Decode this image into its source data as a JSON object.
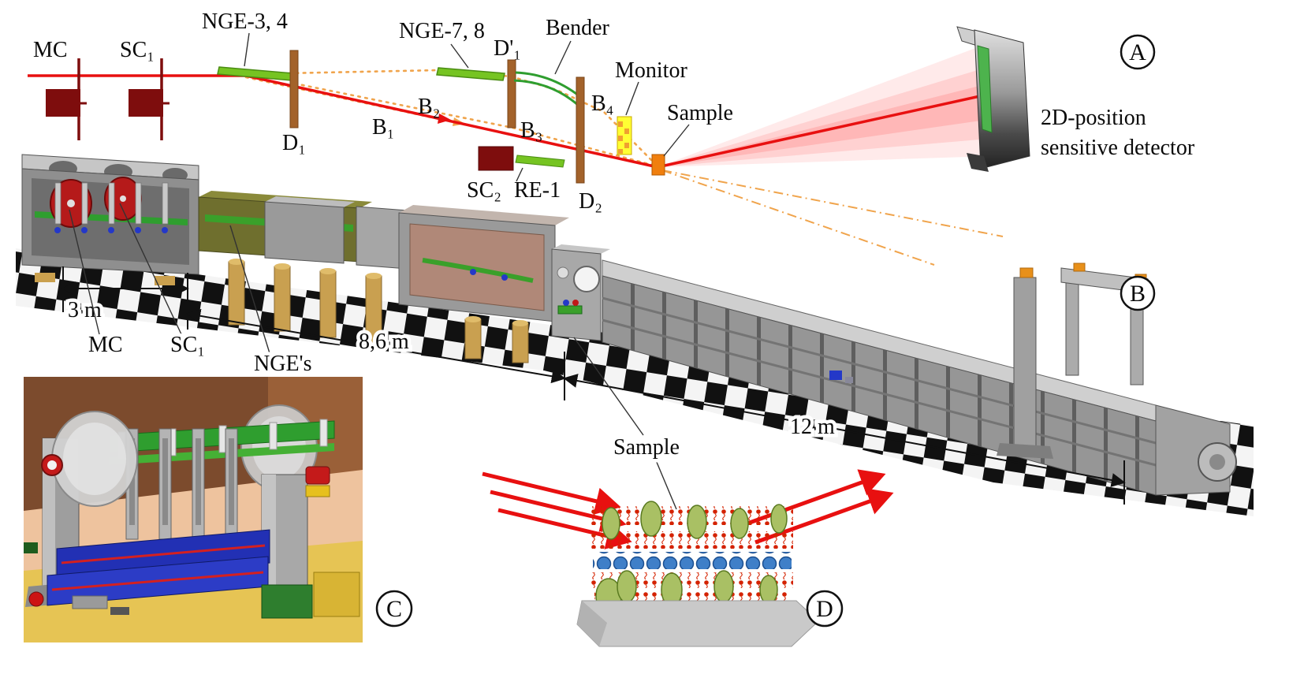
{
  "panel_a": {
    "badge": "A",
    "mc": "MC",
    "sc1": "SC₁",
    "nge34": "NGE-3, 4",
    "nge78": "NGE-7, 8",
    "d1": "D₁",
    "d1_prime": "D'₁",
    "bender": "Bender",
    "monitor": "Monitor",
    "sample": "Sample",
    "b1": "B₁",
    "b2": "B₂",
    "b3": "B₃",
    "b4": "B₄",
    "sc2": "SC₂",
    "re1": "RE-1",
    "d2": "D₂",
    "detector_label_1": "2D-position",
    "detector_label_2": "sensitive detector"
  },
  "panel_b": {
    "badge": "B",
    "dim_3m": "3 m",
    "mc": "MC",
    "sc1": "SC₁",
    "nges": "NGE's",
    "dim_86m": "8,6 m",
    "dim_12m": "12 m",
    "sample": "Sample"
  },
  "panel_c": {
    "badge": "C"
  },
  "panel_d": {
    "badge": "D"
  },
  "colors": {
    "beam_red": "#e81010",
    "guide_green": "#76c422",
    "diaphragm_brown": "#a3622a",
    "chopper_dark_red": "#7e0d0d",
    "divergent_beam_orange": "#f0a44c",
    "monitor_yellow": "#ffff33",
    "sample_orange": "#f07f0e",
    "detector_green": "#4db34d"
  }
}
